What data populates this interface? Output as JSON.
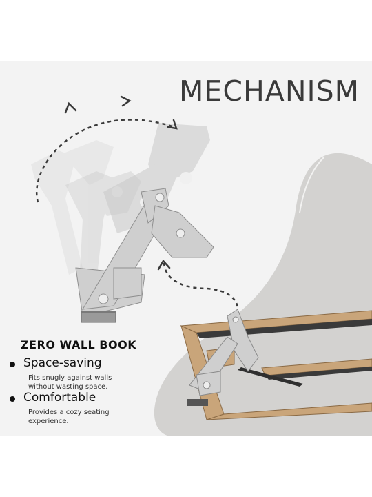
{
  "header": {
    "title": "MECHANISM"
  },
  "product": {
    "name": "ZERO WALL BOOK"
  },
  "features": [
    {
      "title": "Space-saving",
      "line1": "Fits snugly against walls",
      "line2": "without wasting space."
    },
    {
      "title": "Comfortable",
      "line1": "Provides a cozy seating",
      "line2": "experience."
    }
  ],
  "colors": {
    "background": "#f3f3f3",
    "blob": "#d3d2d0",
    "metal": "#cfcfcf",
    "wood": "#c9a57a",
    "frame": "#3a3a3a",
    "text": "#111111"
  },
  "icons": [
    "dashed-curved-arrow-icon",
    "bullet-icon"
  ]
}
